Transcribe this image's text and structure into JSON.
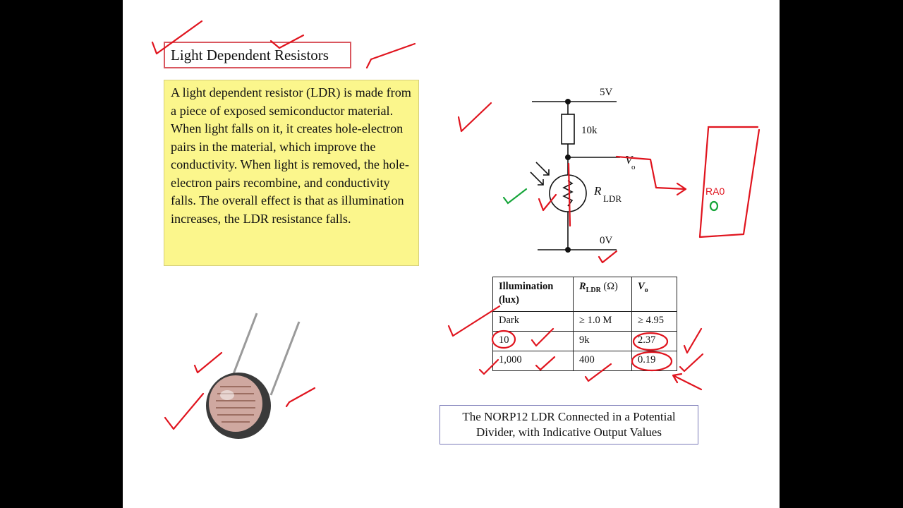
{
  "slide": {
    "title": "Light Dependent Resistors",
    "description": "A light dependent resistor (LDR) is made from a piece of exposed semiconductor material. When light falls on it, it creates hole-electron pairs in the material, which improve the conductivity. When light is removed, the hole-electron pairs recombine, and conductivity falls. The overall effect is that as illumination increases, the LDR resistance falls.",
    "caption_line1": "The NORP12 LDR Connected in a Potential",
    "caption_line2": "Divider, with Indicative Output Values"
  },
  "circuit": {
    "supply_label": "5V",
    "ground_label": "0V",
    "resistor_label": "10k",
    "ldr_label_main": "R",
    "ldr_label_sub": "LDR",
    "output_label_main": "V",
    "output_label_sub": "o"
  },
  "annotations": {
    "pin_label": "RA0"
  },
  "table": {
    "headers": {
      "illum_line1": "Illumination",
      "illum_line2": "(lux)",
      "rldr_main": "R",
      "rldr_sub": "LDR",
      "rldr_unit": " (Ω)",
      "vo_main": "V",
      "vo_sub": "o"
    },
    "rows": [
      {
        "illumination": "Dark",
        "resistance": "≥ 1.0 M",
        "vo": "≥ 4.95"
      },
      {
        "illumination": "10",
        "resistance": "9k",
        "vo": "2.37"
      },
      {
        "illumination": "1,000",
        "resistance": "400",
        "vo": "0.19"
      }
    ]
  },
  "colors": {
    "ink_red": "#e0141e",
    "ink_green": "#16a53a",
    "desc_bg": "#fbf68c",
    "title_border": "#d9575f"
  }
}
